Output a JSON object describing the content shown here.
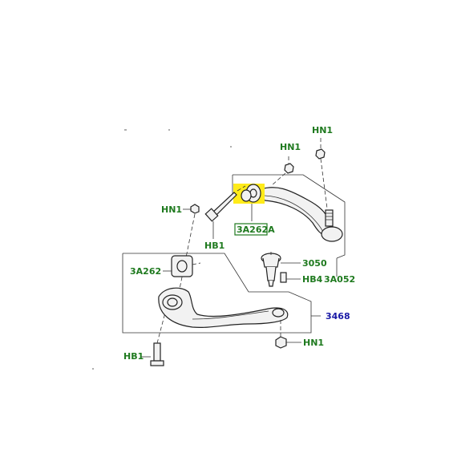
{
  "diagram": {
    "colors": {
      "label_green": "#1f7a1f",
      "label_blue": "#1a1aa6",
      "highlight": "#ffeb1a",
      "line": "#222222"
    },
    "labels": {
      "hn1_top_right": "HN1",
      "hn1_top_mid": "HN1",
      "hn1_left": "HN1",
      "hb1_upper": "HB1",
      "part_3a262a": "3A262A",
      "part_3050": "3050",
      "hb4": "HB4",
      "part_3a052": "3A052",
      "part_3a262_left": "3A262",
      "part_3468": "3468",
      "hb1_lower": "HB1",
      "hn1_bottom": "HN1"
    }
  }
}
